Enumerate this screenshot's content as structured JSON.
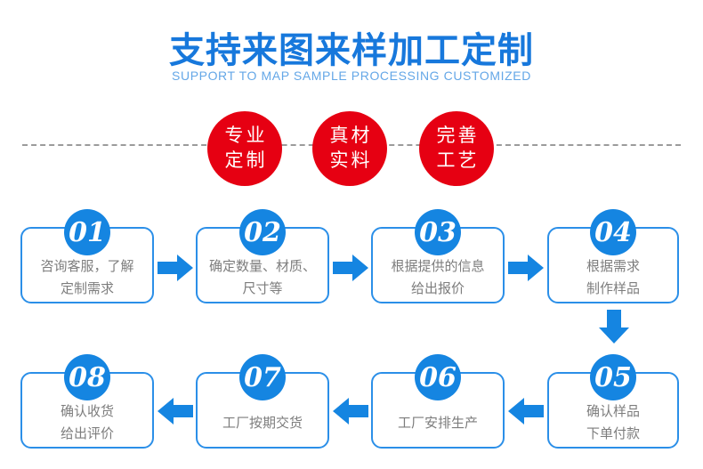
{
  "header": {
    "title_cn": "支持来图来样加工定制",
    "title_en": "SUPPORT TO MAP SAMPLE PROCESSING CUSTOMIZED"
  },
  "badges": [
    {
      "line1": "专业",
      "line2": "定制"
    },
    {
      "line1": "真材",
      "line2": "实料"
    },
    {
      "line1": "完善",
      "line2": "工艺"
    }
  ],
  "steps": [
    {
      "number": "01",
      "line1": "咨询客服，了解",
      "line2": "定制需求"
    },
    {
      "number": "02",
      "line1": "确定数量、材质、",
      "line2": "尺寸等"
    },
    {
      "number": "03",
      "line1": "根据提供的信息",
      "line2": "给出报价"
    },
    {
      "number": "04",
      "line1": "根据需求",
      "line2": "制作样品"
    },
    {
      "number": "05",
      "line1": "确认样品",
      "line2": "下单付款"
    },
    {
      "number": "06",
      "line1": "工厂安排生产"
    },
    {
      "number": "07",
      "line1": "工厂按期交货"
    },
    {
      "number": "08",
      "line1": "确认收货",
      "line2": "给出评价"
    }
  ],
  "icons": {
    "flow_right": "arrow-right-icon",
    "flow_left": "arrow-left-icon",
    "flow_down": "arrow-down-icon"
  },
  "colors": {
    "title_blue": "#1778dc",
    "subtitle_blue": "#64a7e7",
    "badge_red": "#e60012",
    "flow_blue": "#1585e1",
    "box_border_blue": "#2b8fe8",
    "box_text_gray": "#7d7d7d",
    "dashed_line_gray": "#9b9b9b",
    "background": "#ffffff"
  }
}
